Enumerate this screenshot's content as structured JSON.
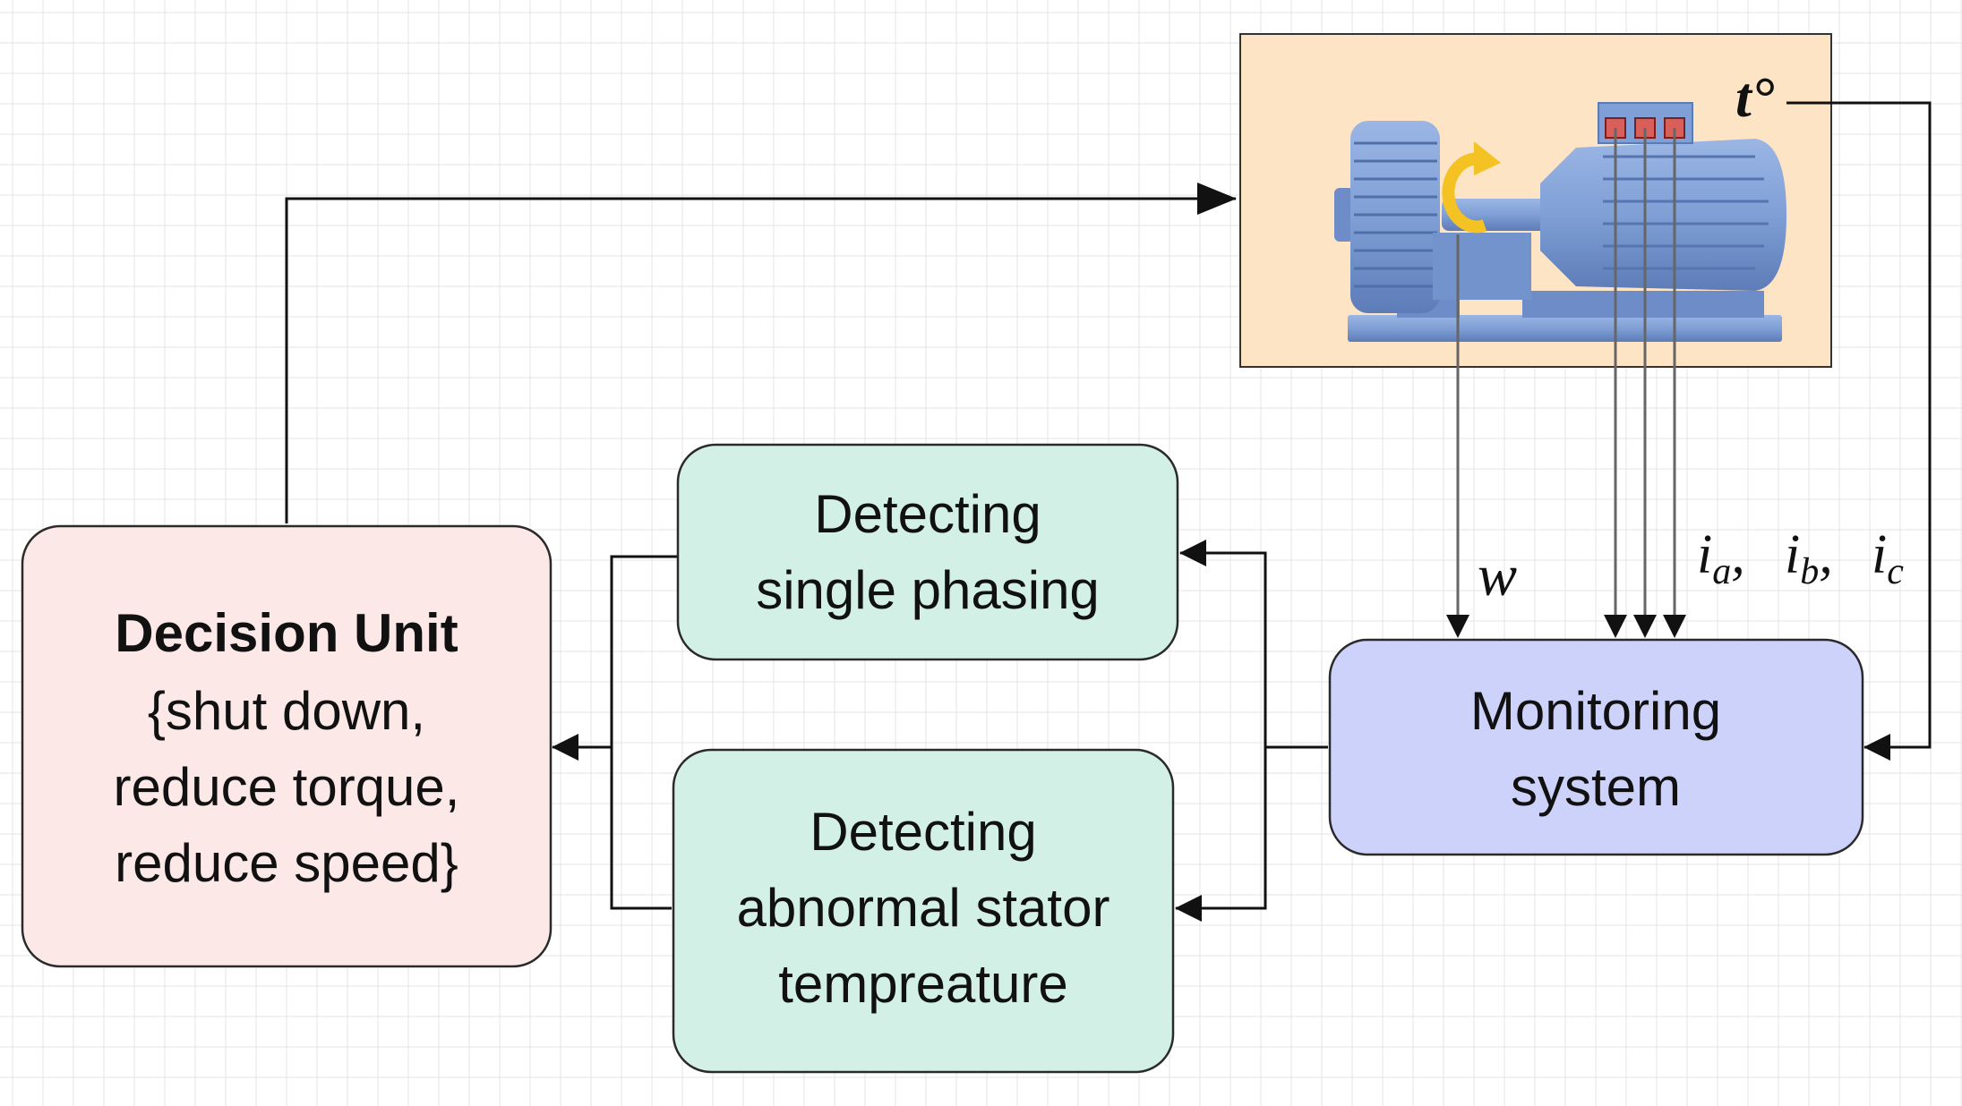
{
  "colors": {
    "decision_fill": "#fde8e8",
    "detect_fill": "#d2f0e6",
    "monitor_fill": "#cdd2fa",
    "motor_panel": "#fde4c4",
    "motor_body": "#7f9fd6",
    "motor_dark": "#5b7bb5",
    "terminal": "#d9605a",
    "rotation_symbol": "#f5c223",
    "grid": "#e4e4e4",
    "stroke": "#1a1a1a"
  },
  "decision_unit": {
    "title": "Decision Unit",
    "lines": [
      "{shut down,",
      "reduce torque,",
      "reduce speed}"
    ]
  },
  "detect_single_phasing": {
    "lines": [
      "Detecting",
      "single phasing"
    ]
  },
  "detect_abnormal_temp": {
    "lines": [
      "Detecting",
      "abnormal stator",
      "tempreature"
    ]
  },
  "monitoring_system": {
    "lines": [
      "Monitoring",
      "system"
    ]
  },
  "signals": {
    "speed": "w",
    "temperature": "t°",
    "currents": [
      {
        "base": "i",
        "sub": "a"
      },
      {
        "base": "i",
        "sub": "b"
      },
      {
        "base": "i",
        "sub": "c"
      }
    ]
  },
  "motor": {
    "icon": "induction-motor-icon",
    "rotation_icon": "rotation-arrow-icon"
  }
}
